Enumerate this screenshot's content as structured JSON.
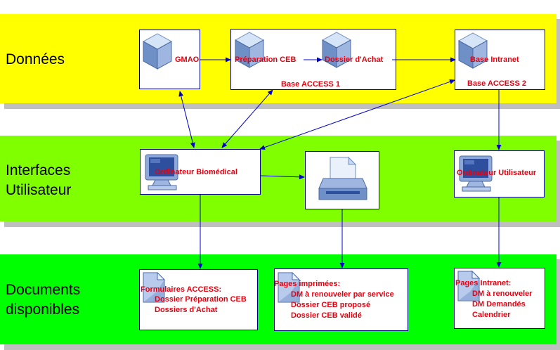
{
  "bands": {
    "donnees": {
      "label": "Données",
      "color": "#ffff00"
    },
    "interfaces": {
      "label_line1": "Interfaces",
      "label_line2": "Utilisateur",
      "color": "#80ff00"
    },
    "documents": {
      "label_line1": "Documents",
      "label_line2": "disponibles",
      "color": "#00ff00"
    }
  },
  "nodes": {
    "gmao": {
      "label": "GMAO",
      "icon": "database-cube-icon"
    },
    "base_access_1": {
      "label": "Base ACCESS 1",
      "preparation_ceb": "Préparation CEB",
      "dossier_achat": "Dossier d'Achat",
      "icon": "database-cube-icon"
    },
    "base_access_2": {
      "label": "Base ACCESS 2",
      "base_intranet": "Base Intranet",
      "icon": "database-cube-icon"
    },
    "ordinateur_biomedical": {
      "label": "Ordinateur Biomédical",
      "icon": "computer-monitor-icon"
    },
    "imprimante": {
      "icon": "printer-icon"
    },
    "ordinateur_utilisateur": {
      "label": "Ordinateur Utilisateur",
      "icon": "computer-monitor-icon"
    },
    "formulaires": {
      "title": "Formulaires ACCESS:",
      "items": [
        "Dossier Préparation CEB",
        "Dossiers d'Achat"
      ],
      "icon": "document-icon"
    },
    "pages_imprimees": {
      "title": "Pages imprimées:",
      "items": [
        "DM à renouveler par service",
        "Dossier CEB proposé",
        "Dossier CEB validé"
      ],
      "icon": "document-icon"
    },
    "pages_intranet": {
      "title": "Pages Intranet:",
      "items": [
        "DM à renouveler",
        "DM Demandés",
        "Calendrier"
      ],
      "icon": "document-icon"
    }
  },
  "colors": {
    "arrow": "#0000cc",
    "label": "#e8000f",
    "border": "#000080"
  }
}
